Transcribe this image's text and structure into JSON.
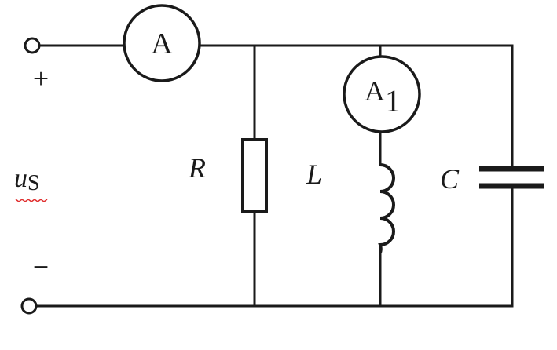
{
  "diagram": {
    "ammeter_main": "A",
    "ammeter_branch": {
      "letter": "A",
      "subscript": "1"
    },
    "resistor": "R",
    "inductor": "L",
    "capacitor": "C",
    "source": {
      "letter": "u",
      "subscript": "S"
    },
    "plus": "+",
    "minus": "−"
  }
}
